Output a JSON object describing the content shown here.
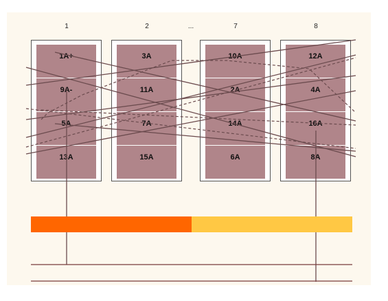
{
  "columns": [
    {
      "label": "1",
      "cells": [
        "1A+",
        "9A-",
        "5A",
        "13A"
      ]
    },
    {
      "label": "2",
      "cells": [
        "3A",
        "11A",
        "7A",
        "15A"
      ]
    },
    {
      "label": "...",
      "cells": []
    },
    {
      "label": "7",
      "cells": [
        "10A",
        "2A",
        "14A",
        "6A"
      ]
    },
    {
      "label": "8",
      "cells": [
        "12A",
        "4A",
        "16A",
        "8A"
      ]
    }
  ],
  "bar": {
    "fill_fraction": 0.5,
    "fill_color": "#ff6600",
    "rest_color": "#ffc844"
  },
  "colors": {
    "cell": "#b0858a",
    "panel": "#fdf8ee",
    "line": "#6b4b4e",
    "rail": "#7a3b3b"
  }
}
